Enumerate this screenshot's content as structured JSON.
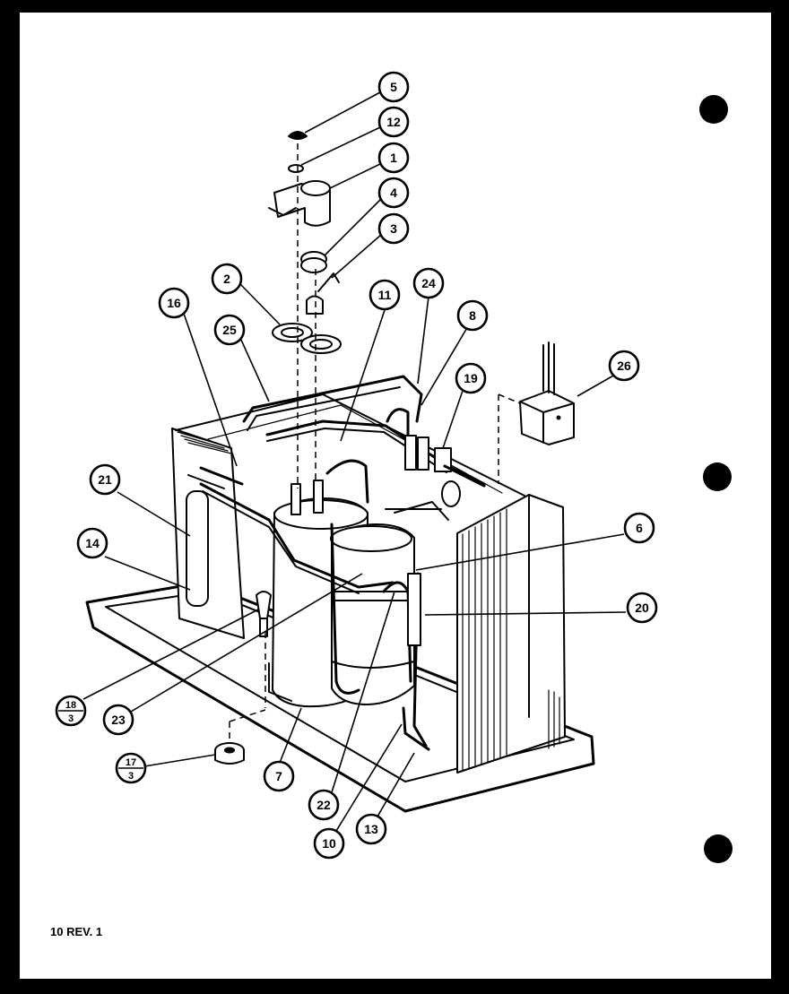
{
  "page_label": "10 REV. 1",
  "callouts": [
    {
      "id": "c5",
      "label": "5"
    },
    {
      "id": "c12",
      "label": "12"
    },
    {
      "id": "c1",
      "label": "1"
    },
    {
      "id": "c4",
      "label": "4"
    },
    {
      "id": "c3",
      "label": "3"
    },
    {
      "id": "c2",
      "label": "2"
    },
    {
      "id": "c16",
      "label": "16"
    },
    {
      "id": "c25",
      "label": "25"
    },
    {
      "id": "c11",
      "label": "11"
    },
    {
      "id": "c24",
      "label": "24"
    },
    {
      "id": "c8",
      "label": "8"
    },
    {
      "id": "c26",
      "label": "26"
    },
    {
      "id": "c19",
      "label": "19"
    },
    {
      "id": "c21",
      "label": "21"
    },
    {
      "id": "c14",
      "label": "14"
    },
    {
      "id": "c6",
      "label": "6"
    },
    {
      "id": "c20",
      "label": "20"
    },
    {
      "id": "c23",
      "label": "23"
    },
    {
      "id": "c7",
      "label": "7"
    },
    {
      "id": "c22",
      "label": "22"
    },
    {
      "id": "c10",
      "label": "10"
    },
    {
      "id": "c13",
      "label": "13"
    }
  ],
  "fraction_callouts": [
    {
      "id": "f18",
      "top": "18",
      "bottom": "3"
    },
    {
      "id": "f17",
      "top": "17",
      "bottom": "3"
    }
  ],
  "colors": {
    "paper": "#ffffff",
    "ink": "#000000",
    "border": "#000000"
  }
}
